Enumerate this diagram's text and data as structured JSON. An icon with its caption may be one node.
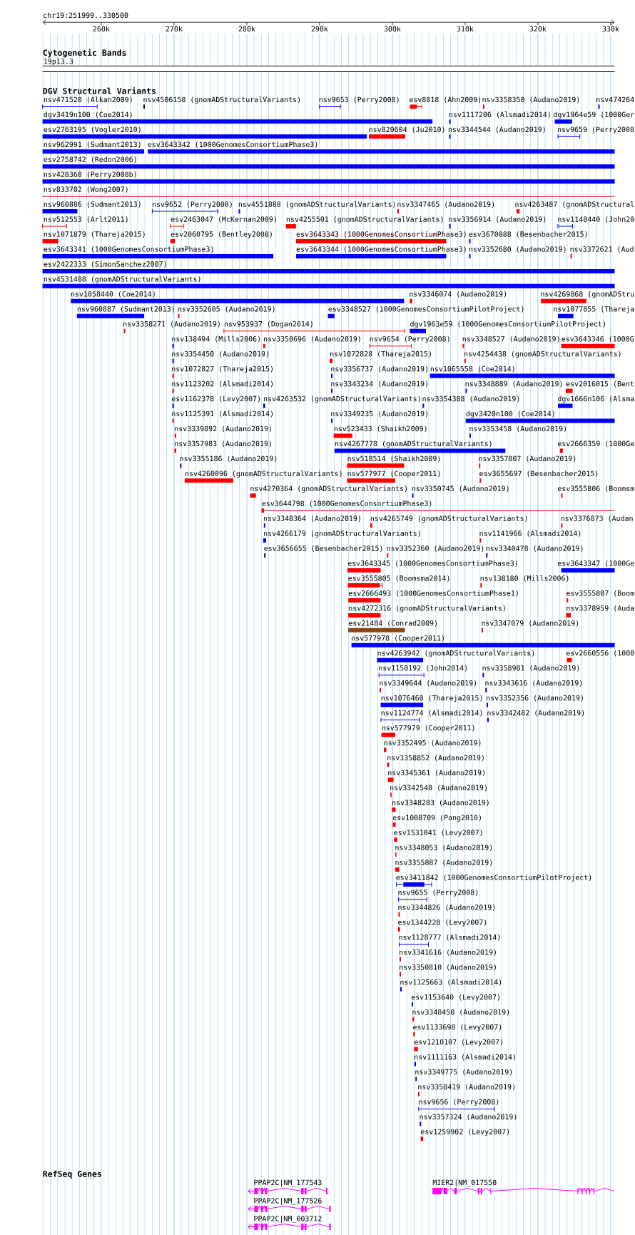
{
  "diagram": {
    "nodes": [
      {
        "text": [
          "19p13.3"
        ]
      },
      {
        "text": [
          "nsv471520 (Alkan2009)"
        ]
      },
      {
        "text": [
          "nsv4506158 (gnomADStructuralVariants)"
        ]
      },
      {
        "text": [
          "nsv9653 (Perry2008)"
        ]
      },
      {
        "text": [
          "esv8818 (Ahn2009)"
        ]
      },
      {
        "text": [
          "nsv3358350 (Audano2019)"
        ]
      },
      {
        "text": [
          "nsv474264"
        ]
      },
      {
        "text": [
          "dgv3419n100 (Coe2014)"
        ]
      },
      {
        "text": [
          "nsv1117206 (Alsmadi2014)"
        ]
      },
      {
        "text": [
          "dgv1964e59 (1000Ger"
        ]
      },
      {
        "text": [
          "esv2763195 (Vogler2010)"
        ]
      },
      {
        "text": [
          "nsv820604 (Ju2010)"
        ]
      },
      {
        "text": [
          "nsv3344544 (Audano2019)"
        ]
      },
      {
        "text": [
          "nsv9659 (Perry2008"
        ]
      },
      {
        "text": [
          "nsv962991 (Sudmant2013)"
        ]
      },
      {
        "text": [
          "esv3643342 (1000GenomesConsortiumPhase3)"
        ]
      },
      {
        "text": [
          "esv2758742 (Redon2006)"
        ]
      },
      {
        "text": [
          "nsv428360 (Perry2008b)"
        ]
      },
      {
        "text": [
          "nsv833702 (Wong2007)"
        ]
      },
      {
        "text": [
          "nsv960886 (Sudmant2013)"
        ]
      },
      {
        "text": [
          "nsv9652 (Perry2008)"
        ]
      },
      {
        "text": [
          "nsv4551888 (gnomADStructuralVariants)"
        ]
      },
      {
        "text": [
          "nsv3347465 (Audano2019)"
        ]
      },
      {
        "text": [
          "nsv4263487 (gnomADStructural"
        ]
      },
      {
        "text": [
          "nsv512553 (Arlt2011)"
        ]
      },
      {
        "text": [
          "esv2463047 (McKernan2009)"
        ]
      },
      {
        "text": [
          "nsv4255501 (gnomADStructuralVariants)"
        ]
      },
      {
        "text": [
          "nsv3356914 (Audano2019)"
        ]
      },
      {
        "text": [
          "nsv1148440 (John20"
        ]
      },
      {
        "text": [
          "nsv1071879 (Thareja2015)"
        ]
      },
      {
        "text": [
          "esv2060795 (Bentley2008)"
        ]
      },
      {
        "text": [
          "esv3643343 (1000GenomesConsortiumPhase3)"
        ]
      },
      {
        "text": [
          "esv3670088 (Besenbacher2015)"
        ]
      },
      {
        "text": [
          "esv3643341 (1000GenomesConsortiumPhase3)"
        ]
      },
      {
        "text": [
          "esv3643344 (1000GenomesConsortiumPhase3)"
        ]
      },
      {
        "text": [
          "nsv3352680 (Audano2019)"
        ]
      },
      {
        "text": [
          "nsv3372621 (Aud"
        ]
      },
      {
        "text": [
          "esv2422333 (SimonSanchez2007)"
        ]
      },
      {
        "text": [
          "nsv4531408 (gnomADStructuralVariants)"
        ]
      },
      {
        "text": [
          "nsv1058440 (Coe2014)"
        ]
      },
      {
        "text": [
          "nsv3346074 (Audano2019)"
        ]
      },
      {
        "text": [
          "nsv4269868 (gnomADStru"
        ]
      },
      {
        "text": [
          "nsv960887 (Sudmant2013)"
        ]
      },
      {
        "text": [
          "nsv3352605 (Audano2019)"
        ]
      },
      {
        "text": [
          "esv3348527 (1000GenomesConsortiumPilotProject)"
        ]
      },
      {
        "text": [
          "nsv1077855 (Thareja"
        ]
      },
      {
        "text": [
          "nsv3358271 (Audano2019)"
        ]
      },
      {
        "text": [
          "nsv953937 (Dogan2014)"
        ]
      },
      {
        "text": [
          "dgv1963e59 (1000GenomesConsortiumPilotProject)"
        ]
      },
      {
        "text": [
          "nsv138494 (Mills2006)"
        ]
      },
      {
        "text": [
          "nsv3350696 (Audano2019)"
        ]
      },
      {
        "text": [
          "nsv9654 (Perry2008)"
        ]
      },
      {
        "text": [
          "nsv3348527 (Audano2019)"
        ]
      },
      {
        "text": [
          "esv3643346 (1000G"
        ]
      },
      {
        "text": [
          "nsv3354450 (Audano2019)"
        ]
      },
      {
        "text": [
          "nsv1072828 (Thareja2015)"
        ]
      },
      {
        "text": [
          "nsv4254438 (gnomADStructuralVariants)"
        ]
      },
      {
        "text": [
          "nsv1072827 (Thareja2015)"
        ]
      },
      {
        "text": [
          "nsv3356737 (Audano2019)"
        ]
      },
      {
        "text": [
          "nsv1065558 (Coe2014)"
        ]
      },
      {
        "text": [
          "nsv1123202 (Alsmadi2014)"
        ]
      },
      {
        "text": [
          "nsv3343234 (Audano2019)"
        ]
      },
      {
        "text": [
          "nsv3348889 (Audano2019)"
        ]
      },
      {
        "text": [
          "esv2016015 (Bent"
        ]
      },
      {
        "text": [
          "esv1162378 (Levy2007)"
        ]
      },
      {
        "text": [
          "nsv4263532 (gnomADStructuralVariants)"
        ]
      },
      {
        "text": [
          "nsv3354388 (Audano2019)"
        ]
      },
      {
        "text": [
          "dgv1666n106 (Alsma"
        ]
      },
      {
        "text": [
          "nsv1125391 (Alsmadi2014)"
        ]
      },
      {
        "text": [
          "nsv3349235 (Audano2019)"
        ]
      },
      {
        "text": [
          "dgv3420n100 (Coe2014)"
        ]
      },
      {
        "text": [
          "nsv3339892 (Audano2019)"
        ]
      },
      {
        "text": [
          "nsv523433 (Shaikh2009)"
        ]
      },
      {
        "text": [
          "nsv3353458 (Audano2019)"
        ]
      },
      {
        "text": [
          "nsv3357983 (Audano2019)"
        ]
      },
      {
        "text": [
          "nsv4267778 (gnomADStructuralVariants)"
        ]
      },
      {
        "text": [
          "esv2666359 (1000Ge"
        ]
      },
      {
        "text": [
          "nsv3355186 (Audano2019)"
        ]
      },
      {
        "text": [
          "nsv518514 (Shaikh2009)"
        ]
      },
      {
        "text": [
          "nsv3357807 (Audano2019)"
        ]
      },
      {
        "text": [
          "nsv4260096 (gnomADStructuralVariants)"
        ]
      },
      {
        "text": [
          "nsv577977 (Cooper2011)"
        ]
      },
      {
        "text": [
          "esv3655697 (Besenbacher2015)"
        ]
      },
      {
        "text": [
          "nsv4270364 (gnomADStructuralVariants)"
        ]
      },
      {
        "text": [
          "nsv3350745 (Audano2019)"
        ]
      },
      {
        "text": [
          "esv3555806 (Boomsm"
        ]
      },
      {
        "text": [
          "esv3644798 (1000GenomesConsortiumPhase3)"
        ]
      },
      {
        "text": [
          "nsv3340364 (Audano2019)"
        ]
      },
      {
        "text": [
          "nsv4265749 (gnomADStructuralVariants)"
        ]
      },
      {
        "text": [
          "nsv3376873 (Audan"
        ]
      },
      {
        "text": [
          "nsv4266179 (gnomADStructuralVariants)"
        ]
      },
      {
        "text": [
          "nsv1141966 (Alsmadi2014)"
        ]
      },
      {
        "text": [
          "esv3656655 (Besenbacher2015)"
        ]
      },
      {
        "text": [
          "nsv3352360 (Audano2019)"
        ]
      },
      {
        "text": [
          "nsv3340478 (Audano2019)"
        ]
      },
      {
        "text": [
          "esv3643345 (1000GenomesConsortiumPhase3)"
        ]
      },
      {
        "text": [
          "esv3643347 (1000Ge"
        ]
      },
      {
        "text": [
          "esv3555805 (Boomsma2014)"
        ]
      },
      {
        "text": [
          "nsv138180 (Mills2006)"
        ]
      },
      {
        "text": [
          "esv2666493 (1000GenomesConsortiumPhase1)"
        ]
      },
      {
        "text": [
          "esv3555807 (Boom"
        ]
      },
      {
        "text": [
          "nsv4272316 (gnomADStructuralVariants)"
        ]
      },
      {
        "text": [
          "nsv3378959 (Auda"
        ]
      },
      {
        "text": [
          "esv21484 (Conrad2009)"
        ]
      },
      {
        "text": [
          "nsv3347079 (Audano2019)"
        ]
      },
      {
        "text": [
          "nsv577978 (Cooper2011)"
        ]
      },
      {
        "text": [
          "nsv4263942 (gnomADStructuralVariants)"
        ]
      },
      {
        "text": [
          "esv2660556 (1000"
        ]
      },
      {
        "text": [
          "nsv1150192 (John2014)"
        ]
      },
      {
        "text": [
          "nsv3358981 (Audano2019)"
        ]
      },
      {
        "text": [
          "nsv3349644 (Audano2019)"
        ]
      },
      {
        "text": [
          "nsv3343616 (Audano2019)"
        ]
      },
      {
        "text": [
          "nsv1076460 (Thareja2015)"
        ]
      },
      {
        "text": [
          "nsv3352356 (Audano2019)"
        ]
      },
      {
        "text": [
          "nsv1124774 (Alsmadi2014)"
        ]
      },
      {
        "text": [
          "nsv3342482 (Audano2019)"
        ]
      },
      {
        "text": [
          "nsv577979 (Cooper2011)"
        ]
      },
      {
        "text": [
          "nsv3352495 (Audano2019)"
        ]
      },
      {
        "text": [
          "nsv3358852 (Audano2019)"
        ]
      },
      {
        "text": [
          "nsv3345361 (Audano2019)"
        ]
      },
      {
        "text": [
          "nsv3342548 (Audano2019)"
        ]
      },
      {
        "text": [
          "nsv3348283 (Audano2019)"
        ]
      },
      {
        "text": [
          "esv1008709 (Pang2010)"
        ]
      },
      {
        "text": [
          "esv1531041 (Levy2007)"
        ]
      },
      {
        "text": [
          "nsv3348053 (Audano2019)"
        ]
      },
      {
        "text": [
          "nsv3355887 (Audano2019)"
        ]
      },
      {
        "text": [
          "esv3411842 (1000GenomesConsortiumPilotProject)"
        ]
      },
      {
        "text": [
          "nsv9655 (Perry2008)"
        ]
      },
      {
        "text": [
          "nsv3344826 (Audano2019)"
        ]
      },
      {
        "text": [
          "esv1344228 (Levy2007)"
        ]
      },
      {
        "text": [
          "nsv1128777 (Alsmadi2014)"
        ]
      },
      {
        "text": [
          "nsv3341616 (Audano2019)"
        ]
      },
      {
        "text": [
          "nsv3350810 (Audano2019)"
        ]
      },
      {
        "text": [
          "nsv1125663 (Alsmadi2014)"
        ]
      },
      {
        "text": [
          "esv1153640 (Levy2007)"
        ]
      },
      {
        "text": [
          "nsv3348450 (Audano2019)"
        ]
      },
      {
        "text": [
          "esv1133698 (Levy2007)"
        ]
      },
      {
        "text": [
          "esv1210107 (Levy2007)"
        ]
      },
      {
        "text": [
          "nsv1111163 (Alsmadi2014)"
        ]
      },
      {
        "text": [
          "nsv3349775 (Audano2019)"
        ]
      },
      {
        "text": [
          "nsv3358419 (Audano2019)"
        ]
      },
      {
        "text": [
          "nsv9656 (Perry2008)"
        ]
      },
      {
        "text": [
          "nsv3357324 (Audano2019)"
        ]
      },
      {
        "text": [
          "esv1259902 (Levy2007)"
        ]
      },
      {
        "text": [
          "PPAP2C|NM_177543"
        ]
      },
      {
        "text": [
          "MIER2|NM_017550"
        ]
      },
      {
        "text": [
          "PPAP2C|NM_177526"
        ]
      },
      {
        "text": [
          "PPAP2C|NM_003712"
        ]
      }
    ],
    "labels": [
      "chr19:251999..330500",
      "260k",
      "270k",
      "280k",
      "290k",
      "300k",
      "310k",
      "320k",
      "330k",
      "Cytogenetic Bands",
      "DGV Structural Variants",
      "RefSeq Genes"
    ]
  }
}
